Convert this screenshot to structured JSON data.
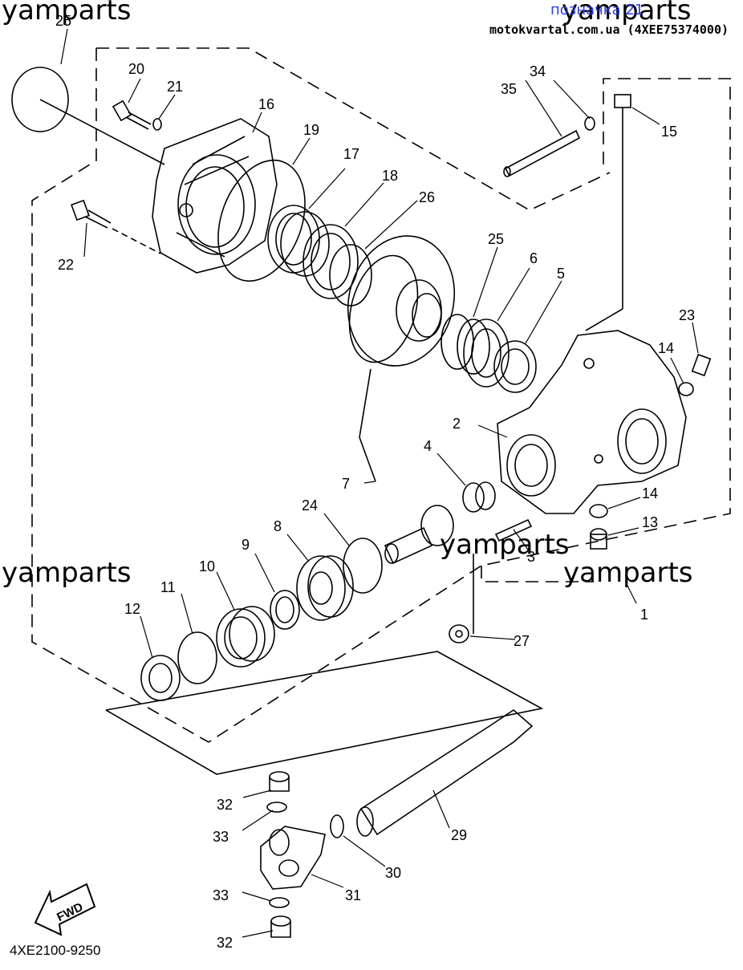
{
  "header": {
    "link_text": "позначка 21",
    "site_text": "motokvartal.com.ua (4XEE75374000)"
  },
  "watermark": "yamparts",
  "diagram_code": "4XE2100-9250",
  "fwd_label": "FWD",
  "callouts": [
    "1",
    "2",
    "3",
    "4",
    "5",
    "6",
    "7",
    "8",
    "9",
    "10",
    "11",
    "12",
    "13",
    "14",
    "14",
    "15",
    "16",
    "17",
    "18",
    "19",
    "20",
    "21",
    "22",
    "23",
    "24",
    "25",
    "25",
    "26",
    "27",
    "29",
    "30",
    "31",
    "32",
    "32",
    "33",
    "33",
    "34",
    "35"
  ]
}
